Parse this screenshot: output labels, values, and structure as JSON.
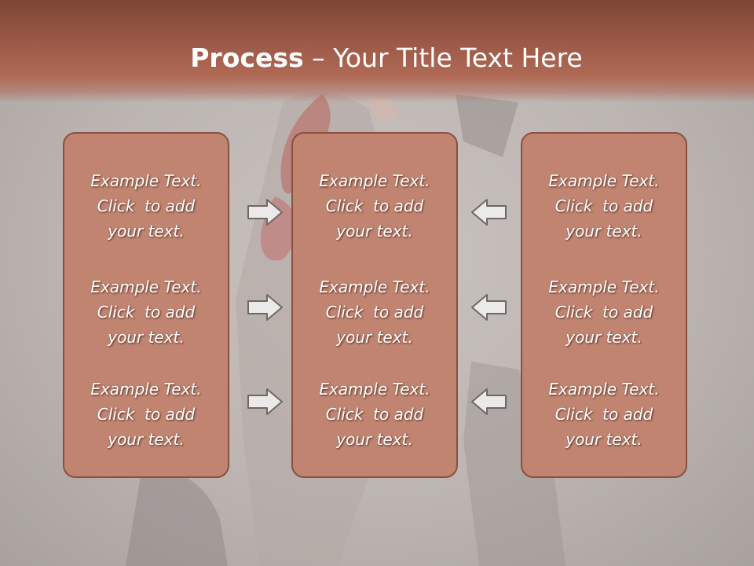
{
  "slide": {
    "title_bold": "Process",
    "title_rest": " – Your Title Text Here"
  },
  "columns": [
    {
      "blocks": [
        [
          "Example Text.",
          "Click  to add",
          "your text."
        ],
        [
          "Example Text.",
          "Click  to add",
          "your text."
        ],
        [
          "Example Text.",
          "Click  to add",
          "your text."
        ]
      ]
    },
    {
      "blocks": [
        [
          "Example Text.",
          "Click  to add",
          "your text."
        ],
        [
          "Example Text.",
          "Click  to add",
          "your text."
        ],
        [
          "Example Text.",
          "Click  to add",
          "your text."
        ]
      ]
    },
    {
      "blocks": [
        [
          "Example Text.",
          "Click  to add",
          "your text."
        ],
        [
          "Example Text.",
          "Click  to add",
          "your text."
        ],
        [
          "Example Text.",
          "Click  to add",
          "your text."
        ]
      ]
    }
  ],
  "arrows": {
    "left_side": [
      "right-arrow-icon",
      "right-arrow-icon",
      "right-arrow-icon"
    ],
    "right_side": [
      "left-arrow-icon",
      "left-arrow-icon",
      "left-arrow-icon"
    ]
  },
  "colors": {
    "title_band": "#9a5846",
    "box_fill": "#c08471",
    "box_border": "#8a4f3f",
    "background": "#bdb6b3",
    "text": "#ffffff"
  }
}
